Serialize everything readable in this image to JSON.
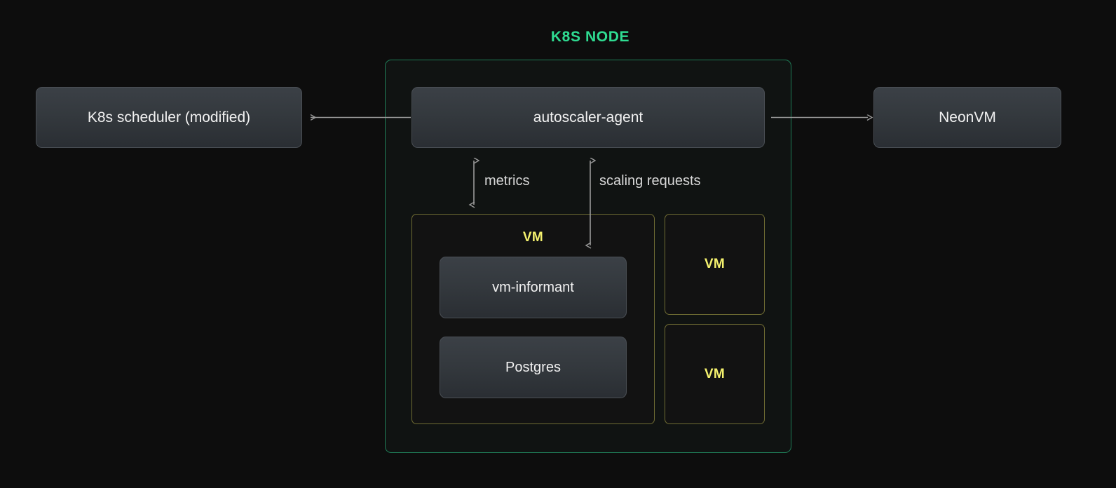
{
  "diagram": {
    "title": "K8S NODE",
    "background_color": "#0d0d0d",
    "node_border_color": "#1f7b56",
    "title_color": "#2fdc92",
    "vm_border_color": "#6f6c33",
    "vm_label_color": "#f5f26e",
    "component_box_color": "#34393e",
    "arrow_color": "#9a9a9a"
  },
  "external": {
    "scheduler": "K8s scheduler (modified)",
    "neonvm": "NeonVM"
  },
  "node": {
    "agent": "autoscaler-agent",
    "vm_main": {
      "label": "VM",
      "children": [
        "vm-informant",
        "Postgres"
      ]
    },
    "vm_others": [
      {
        "label": "VM"
      },
      {
        "label": "VM"
      }
    ]
  },
  "arrows": {
    "metrics": "metrics",
    "scaling_requests": "scaling requests",
    "scheduler_link": "agent-to-scheduler-arrow",
    "neonvm_link": "agent-to-neonvm-arrow"
  }
}
